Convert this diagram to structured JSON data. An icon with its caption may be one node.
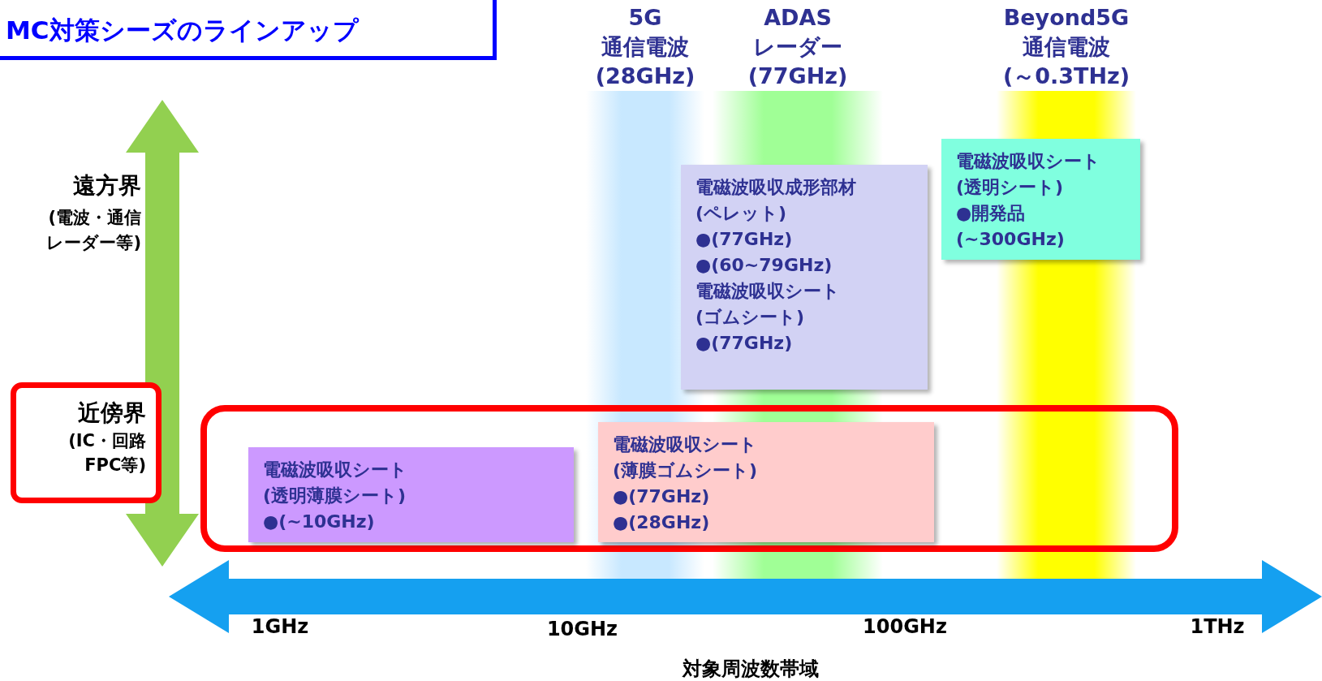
{
  "diagram": {
    "nodes": [
      {
        "text": [
          "MC対策シーズのラインアップ"
        ]
      },
      {
        "text": [
          "5G",
          "通信電波",
          "(28GHz)"
        ]
      },
      {
        "text": [
          "ADAS",
          "レーダー",
          "(77GHz)"
        ]
      },
      {
        "text": [
          "Beyond5G",
          "通信電波",
          "(～0.3THz)"
        ]
      },
      {
        "text": [
          "電磁波吸収成形部材",
          "(ペレット)",
          "●(77GHz)",
          "●(60~79GHz)",
          "電磁波吸収シート",
          "(ゴムシート)",
          "●(77GHz)"
        ]
      },
      {
        "text": [
          "電磁波吸収シート",
          "(透明シート)",
          "●開発品",
          "(~300GHz)"
        ]
      },
      {
        "text": [
          "近傍界",
          "(IC・回路",
          "FPC等)"
        ]
      },
      {
        "text": [],
        "shape": "box"
      },
      {
        "text": [
          "電磁波吸収シート",
          "(透明薄膜シート)",
          "●(~10GHz)"
        ],
        "in": 7
      },
      {
        "text": [
          "電磁波吸収シート",
          "(薄膜ゴムシート)",
          "●(77GHz)",
          "●(28GHz)"
        ],
        "in": 7
      }
    ],
    "labels": [
      "遠方界",
      "(電波・通信",
      "レーダー等)",
      "1GHz",
      "10GHz",
      "100GHz",
      "1THz",
      "対象周波数帯域"
    ]
  }
}
